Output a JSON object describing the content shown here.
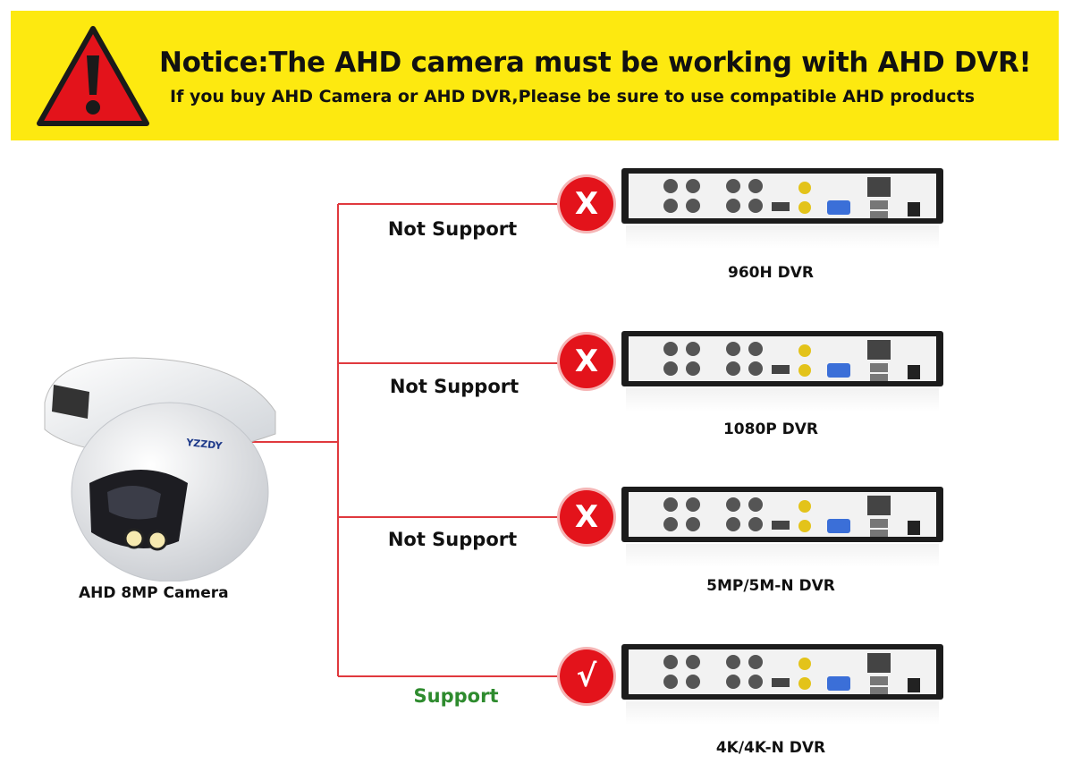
{
  "notice": {
    "title": "Notice:The AHD camera must be working with AHD DVR!",
    "subtitle": "If you buy AHD Camera or AHD DVR,Please be sure to use compatible AHD products"
  },
  "camera": {
    "label": "AHD 8MP Camera",
    "brand_mark": "YZZDY"
  },
  "connections": [
    {
      "dvr": "960H DVR",
      "status": "Not Support",
      "supported": false,
      "mark": "X"
    },
    {
      "dvr": "1080P DVR",
      "status": "Not Support",
      "supported": false,
      "mark": "X"
    },
    {
      "dvr": "5MP/5M-N DVR",
      "status": "Not Support",
      "supported": false,
      "mark": "X"
    },
    {
      "dvr": "4K/4K-N DVR",
      "status": "Support",
      "supported": true,
      "mark": "√"
    }
  ],
  "colors": {
    "banner": "#fde910",
    "warning_red": "#e3131b",
    "wire": "#e0393e",
    "support_green": "#2e8b2e",
    "dvr_body": "#1c1c1c"
  },
  "icons": [
    "warning-triangle-icon",
    "cross-icon",
    "check-icon"
  ]
}
